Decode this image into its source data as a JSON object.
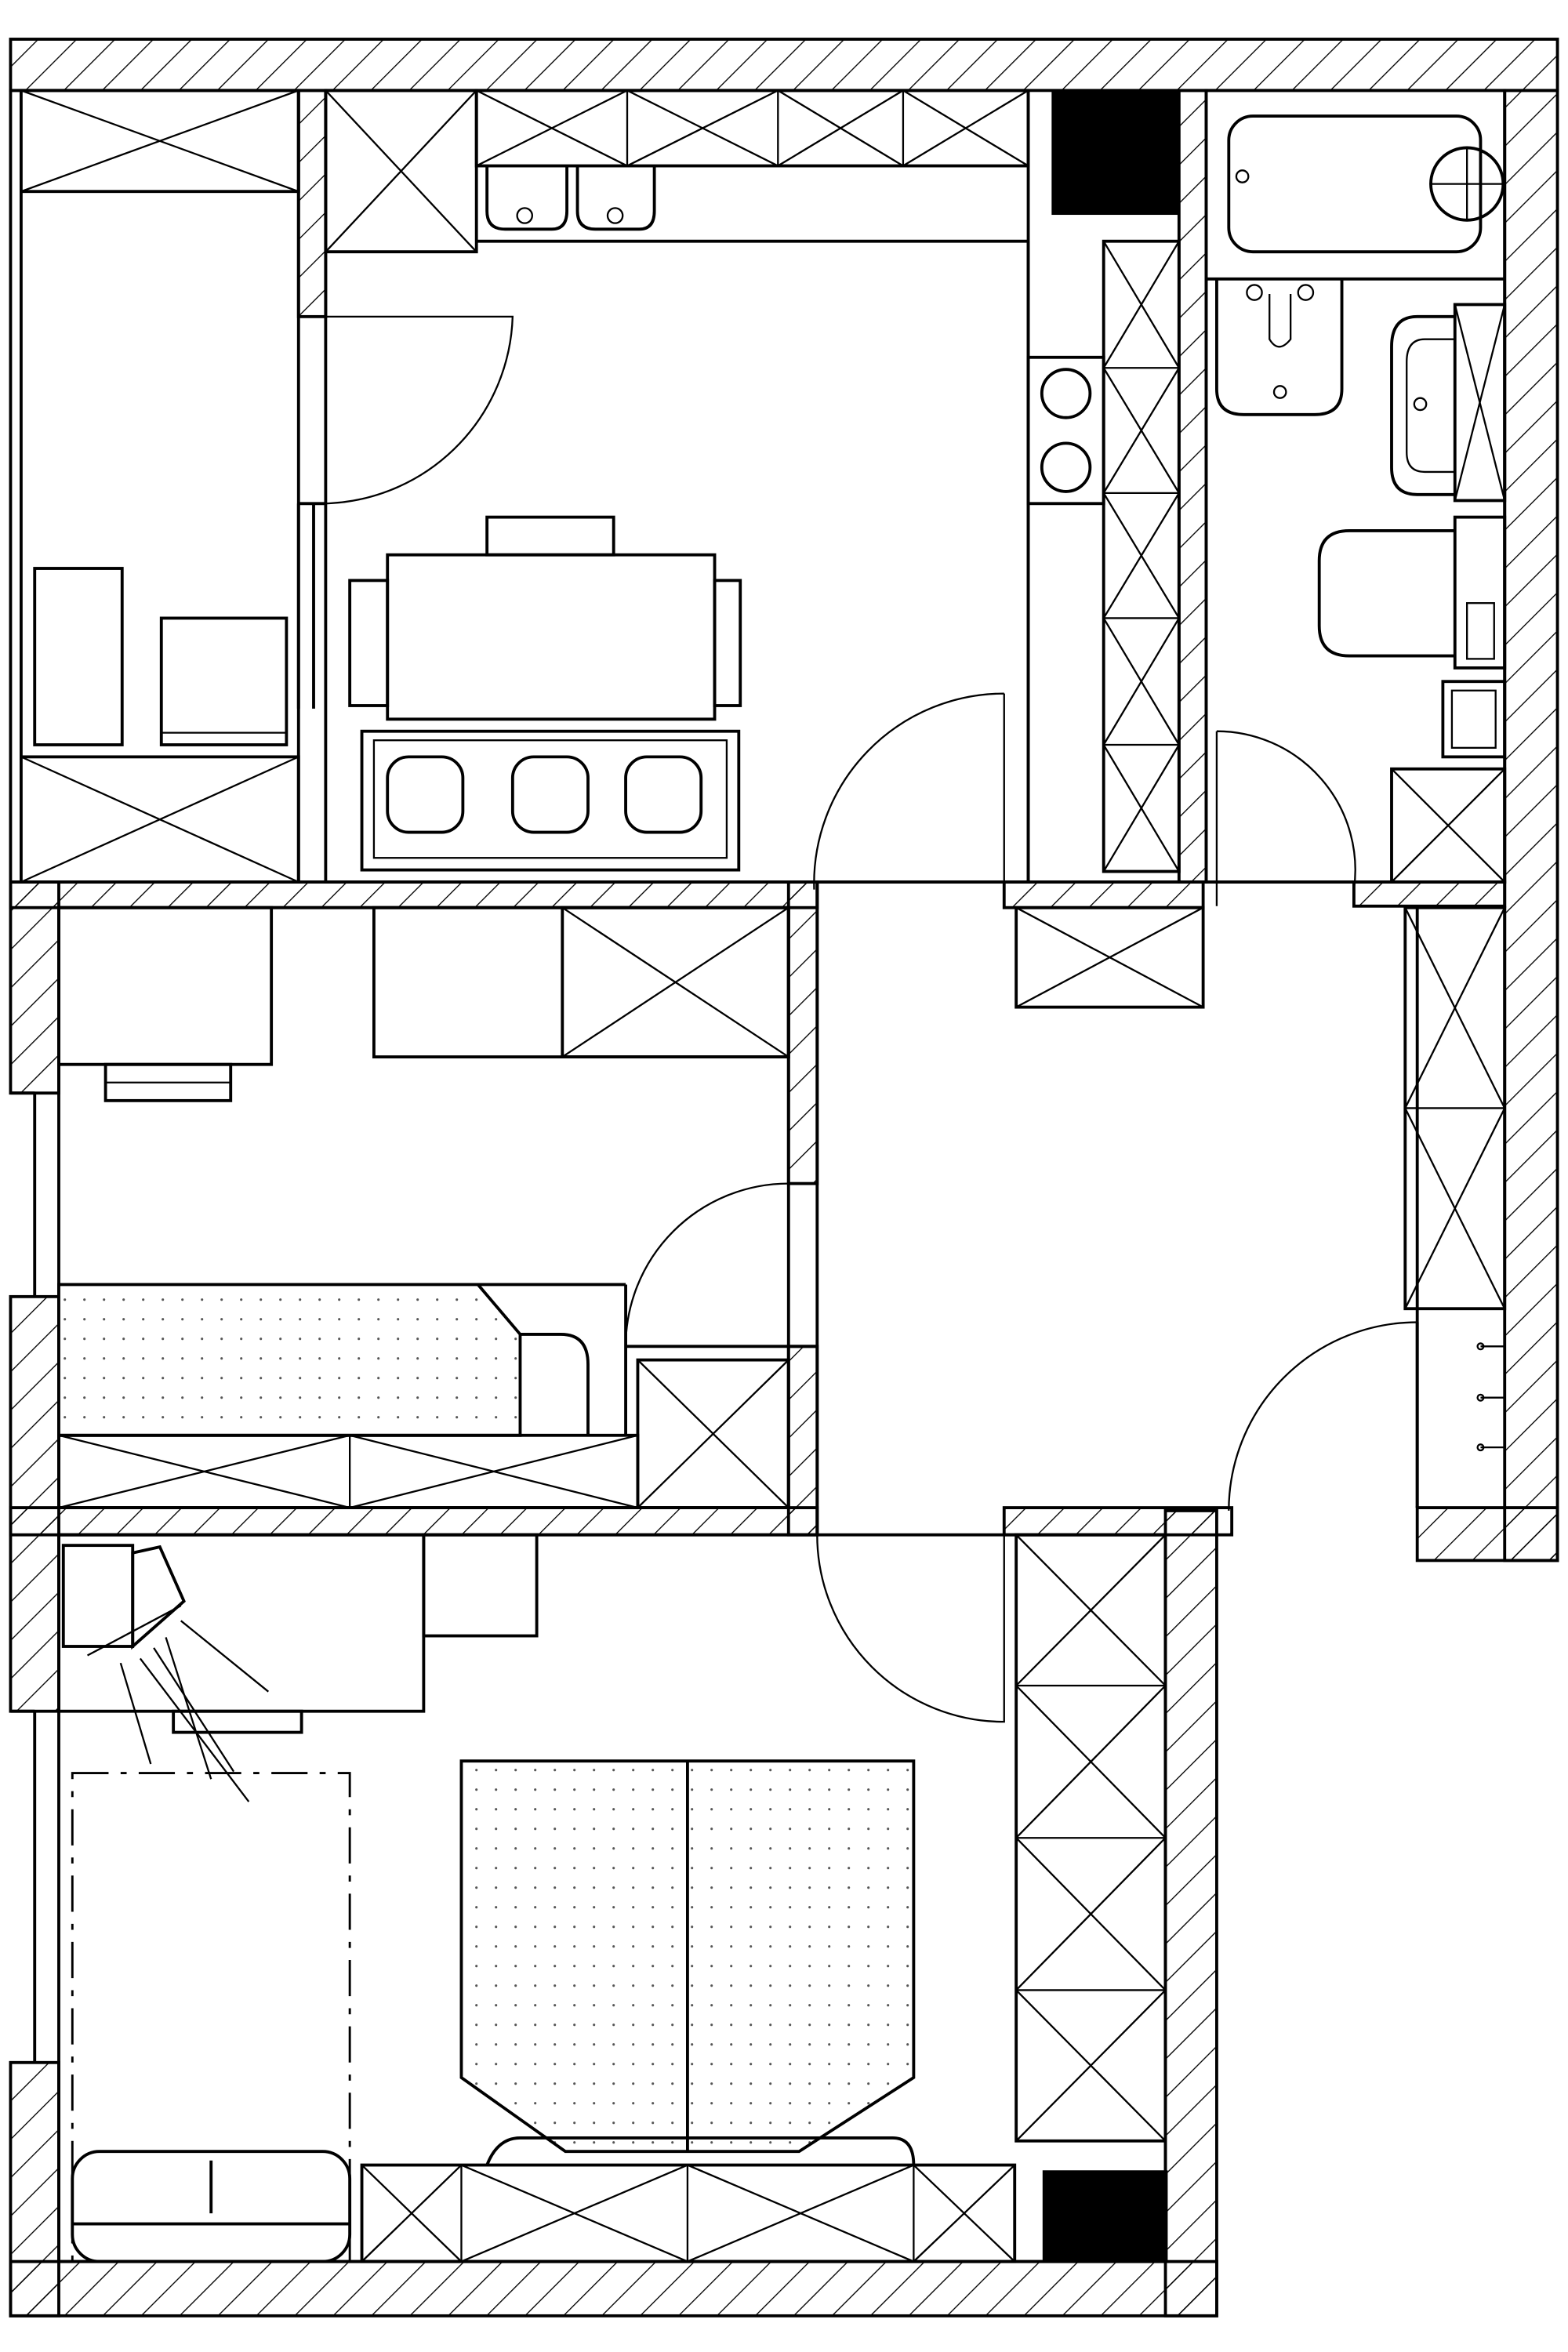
{
  "plan": {
    "line_color": "#000000",
    "background": "#ffffff",
    "rooms": [
      "kitchen-dining",
      "bathroom",
      "hallway",
      "bedroom-upper",
      "bedroom-lower",
      "storage-room"
    ],
    "fixtures": [
      "sink",
      "cooktop",
      "bathtub",
      "bidet",
      "washbasin",
      "toilet",
      "dining-table",
      "sofa",
      "beds",
      "wardrobes",
      "chimney-flues",
      "desk-lamp"
    ]
  }
}
